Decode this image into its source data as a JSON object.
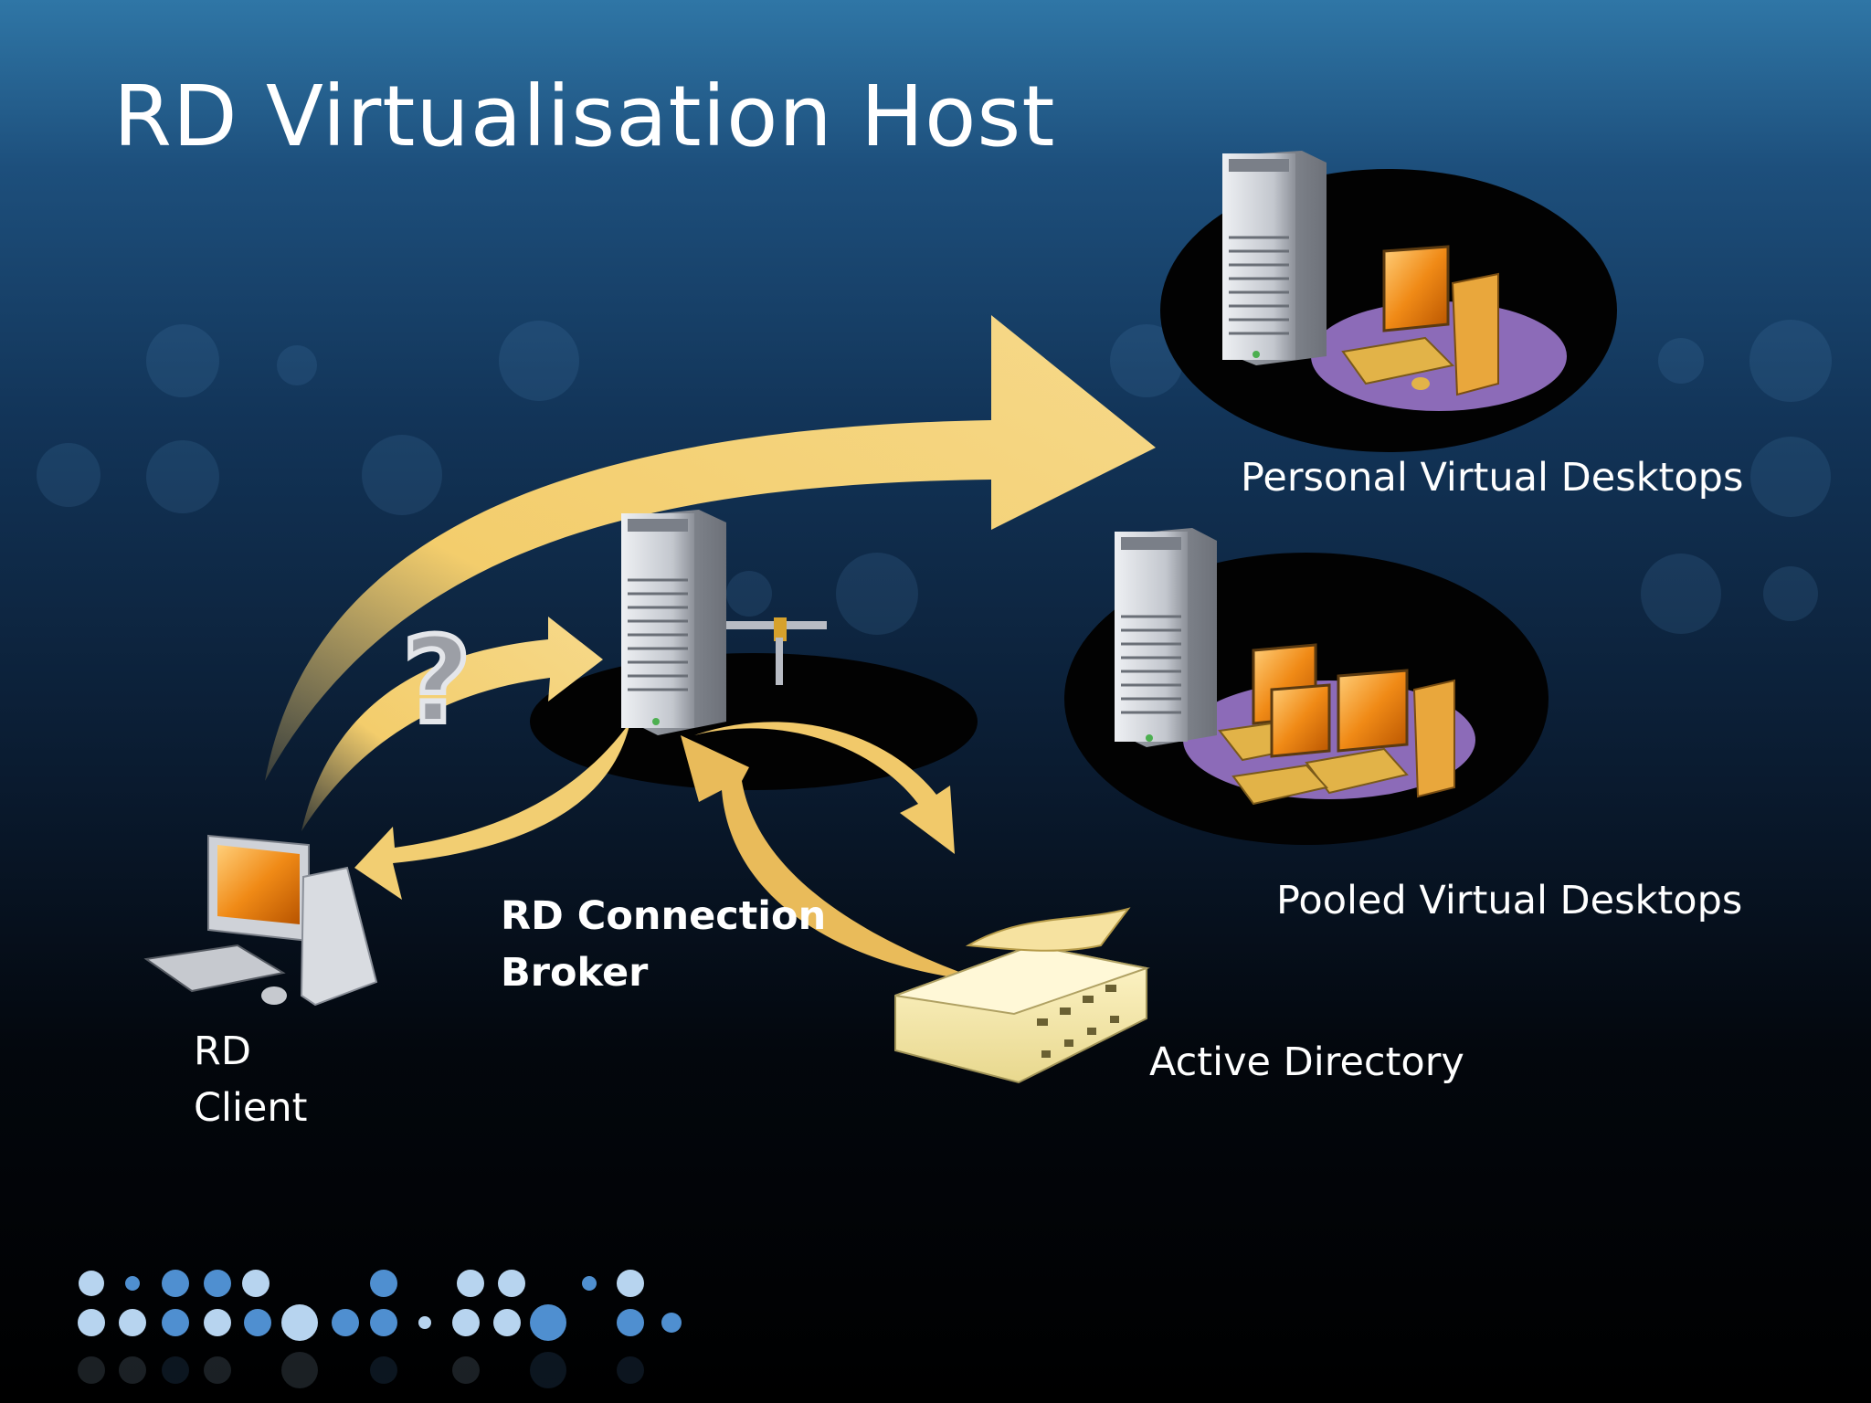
{
  "slide": {
    "title": "RD Virtualisation Host"
  },
  "labels": {
    "personal": "Personal Virtual Desktops",
    "pooled": "Pooled Virtual Desktops",
    "broker_line1": "RD Connection",
    "broker_line2": "Broker",
    "client_line1": "RD",
    "client_line2": "Client",
    "active_directory": "Active Directory"
  },
  "question_glyph": "?",
  "colors": {
    "arrow": "#f1c96a",
    "arrow_light": "#f8e3a0",
    "server": "#c9cdd3",
    "platform": "#000000",
    "pool_disc": "#8c6bb8",
    "monitor": "#f08a16",
    "dots": "#4f8fd0"
  },
  "icons": [
    "server-icon",
    "desktop-icon",
    "client-computer-icon",
    "directory-icon",
    "question-mark-icon",
    "arrow-icon",
    "decorative-dots"
  ]
}
